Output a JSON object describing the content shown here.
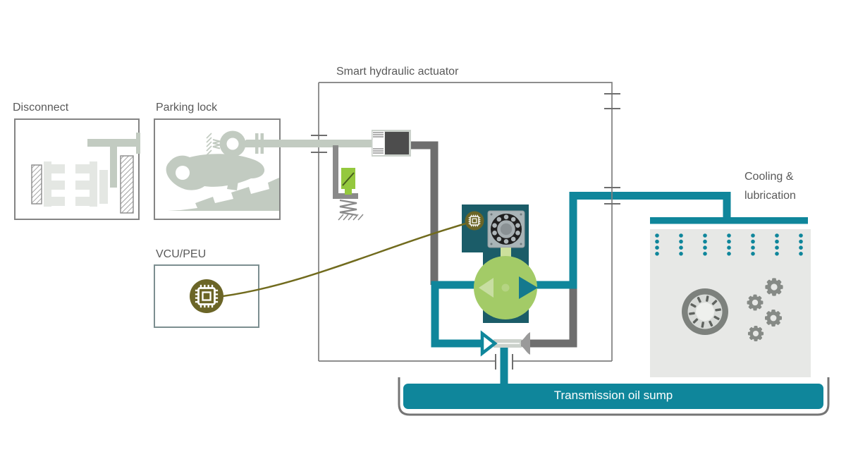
{
  "labels": {
    "disconnect": "Disconnect",
    "parking_lock": "Parking lock",
    "vcu_peu": "VCU/PEU",
    "smart_hydraulic_actuator": "Smart hydraulic actuator",
    "cooling_lubrication_line1": "Cooling &",
    "cooling_lubrication_line2": "lubrication",
    "transmission_oil_sump": "Transmission oil sump"
  },
  "colors": {
    "teal": "#0F869B",
    "dark-teal": "#1B5C68",
    "pump-green": "#A3CB67",
    "pump-green-light": "#C8DEA2",
    "pump-stem-green": "#CCE09C",
    "valve-green": "#94C83E",
    "olive": "#6B6527",
    "wire-olive": "#716B1E",
    "pipe-gray": "#6E6E6E",
    "icon-gray": "#C2CBC1",
    "icon-gray-light": "#E4E7E3",
    "box-border": "#7F7F7F",
    "label-text": "#595959",
    "panel-gray": "#E7E8E6",
    "gear-gray": "#868A86",
    "sump-pan-gray": "#757575",
    "piston-dark": "#4D4D4D",
    "sump-text": "#FFFFFF"
  },
  "icons": {
    "disconnect": "clutch-icon",
    "parking_lock": "pawl-ratchet-icon",
    "vcu_peu": "chip-icon",
    "motor_controller": "chip-icon",
    "motor": "bearing-motor-icon",
    "pump": "reversible-pump-icon",
    "cylinder": "piston-cylinder-icon",
    "position_valve": "spring-valve-icon",
    "suction_line": "check-valve-icon",
    "cooling": "spray-gears-bearing-icon",
    "sump": "oil-pan-icon"
  },
  "cooling": {
    "droplet_columns": 7,
    "droplet_rows": 4,
    "gear_count": 4
  }
}
